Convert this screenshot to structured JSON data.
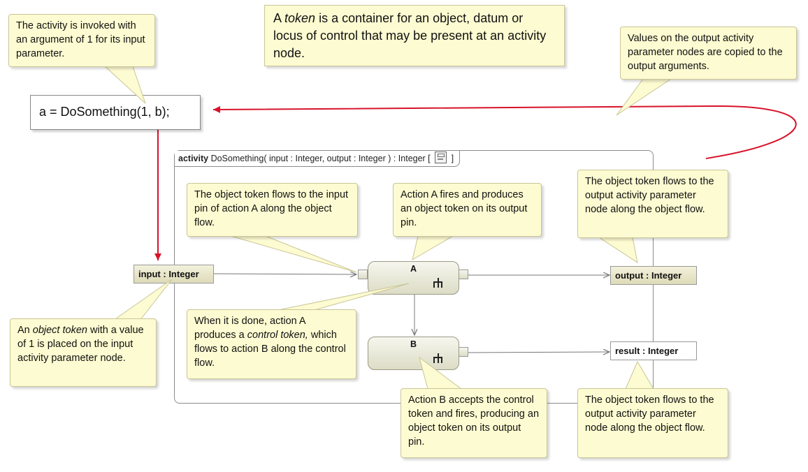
{
  "call_expression": "a = DoSomething(1, b);",
  "token_note": {
    "prefix": "A ",
    "emphasis": "token",
    "suffix": " is a container for an object, datum or locus of control that may be present at an activity node."
  },
  "notes": {
    "invoked": "The activity is invoked with an argument of 1 for its input parameter.",
    "output_values": "Values on the output activity parameter nodes are copied to the output arguments.",
    "flow_to_input_pin": "The object token flows to the input pin of action A along the object flow.",
    "action_a_fires": "Action A fires and produces an object token on its output pin.",
    "flow_to_output_node": "The object token flows to the output activity parameter node along the object flow.",
    "object_token_placed": {
      "prefix": "An ",
      "emphasis": "object token",
      "suffix": " with a value of 1 is placed on the input activity parameter node."
    },
    "control_token": {
      "prefix": "When it is done, action A produces a ",
      "emphasis": "control token,",
      "suffix": " which flows to action B along the control flow."
    },
    "action_b_fires": "Action B accepts the control token and fires, producing an object token on its output pin.",
    "flow_to_result_node": "The object token flows to the output activity parameter node along the object flow."
  },
  "activity_frame": {
    "keyword": "activity",
    "signature": "DoSomething( input : Integer, output : Integer ) : Integer [",
    "close": "]",
    "icon": "activity-diagram-icon"
  },
  "parameters": {
    "input": "input : Integer",
    "output": "output : Integer",
    "result": "result : Integer"
  },
  "actions": {
    "a": "A",
    "b": "B"
  },
  "colors": {
    "note_fill": "#fdfbd1",
    "note_border": "#c9c597",
    "flow_arrow": "#d8132a",
    "edge": "#7a7a7a"
  }
}
